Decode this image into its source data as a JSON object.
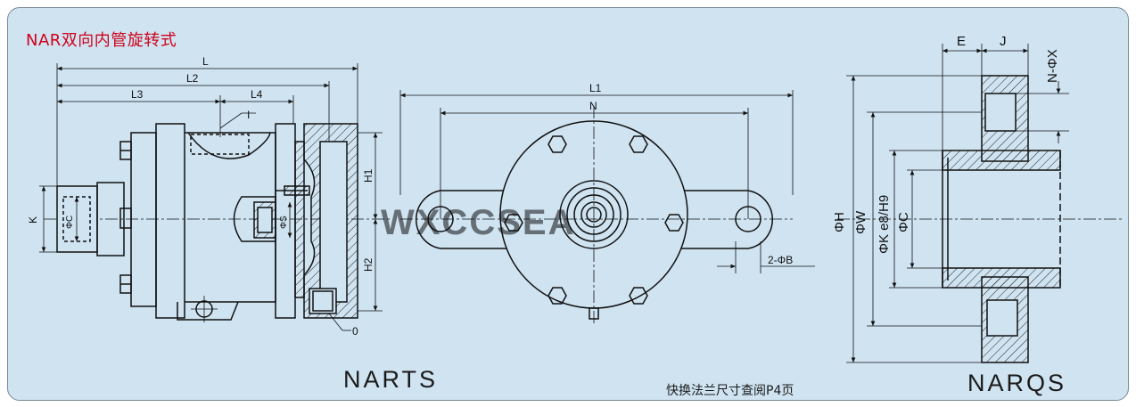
{
  "title": "NAR双向内管旋转式",
  "views": {
    "left": "NARTS",
    "right": "NARQS"
  },
  "note": "快换法兰尺寸查阅P4页",
  "watermark": "WXCCSEA",
  "dimensions": {
    "L": "L",
    "L2": "L2",
    "L3": "L3",
    "L4": "L4",
    "I": "I",
    "K": "K",
    "phiC_small": "ΦC",
    "phiS": "ΦS",
    "H1": "H1",
    "H2": "H2",
    "O": "0",
    "L1": "L1",
    "N": "N",
    "twoPhiB": "2-ΦB",
    "E": "E",
    "J": "J",
    "NphiX": "N-ΦX",
    "phiH": "ΦH",
    "phiW": "ΦW",
    "phiK": "ΦK e8/H9",
    "phiC": "ΦC"
  },
  "colors": {
    "background": "#cfe3f1",
    "line": "#111111",
    "title": "#d0021b"
  }
}
